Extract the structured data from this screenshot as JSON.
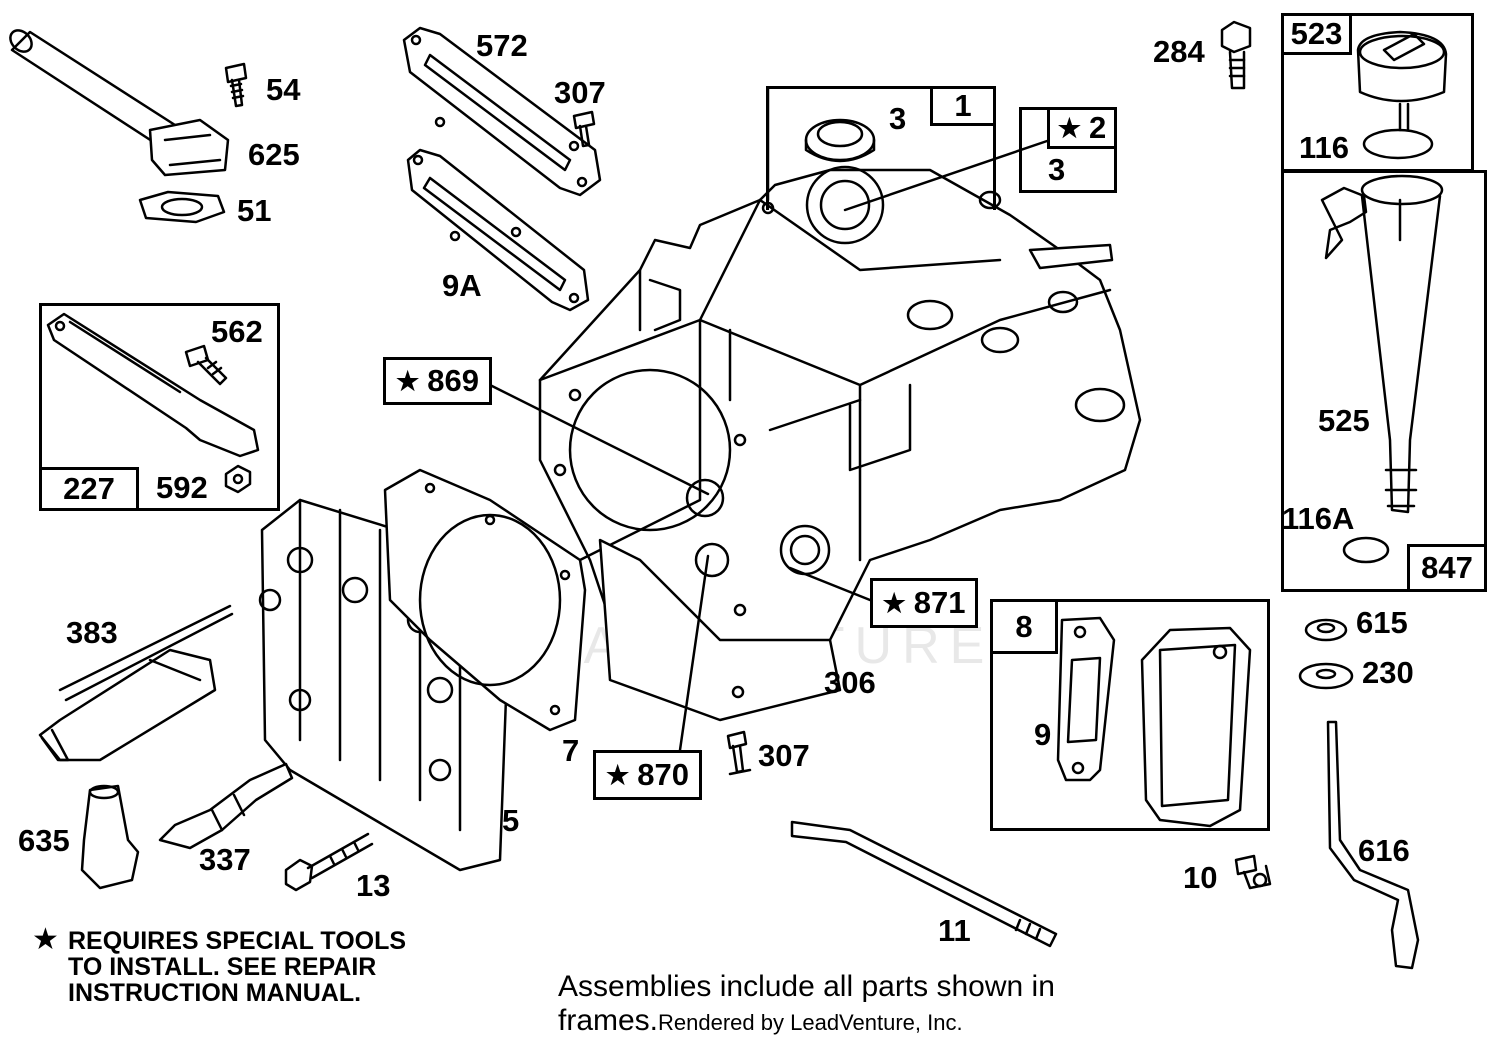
{
  "callouts": {
    "c54": "54",
    "c625": "625",
    "c51": "51",
    "c572": "572",
    "c307a": "307",
    "c9a": "9A",
    "c3a": "3",
    "c3b": "3",
    "c284": "284",
    "c116": "116",
    "c525": "525",
    "c116a": "116A",
    "c562": "562",
    "c592": "592",
    "c383": "383",
    "c635": "635",
    "c337": "337",
    "c13": "13",
    "c5": "5",
    "c7": "7",
    "c306": "306",
    "c307b": "307",
    "c9": "9",
    "c615": "615",
    "c230": "230",
    "c616": "616",
    "c10": "10",
    "c11": "11"
  },
  "boxed": {
    "b1": "1",
    "b2": "2",
    "b523": "523",
    "b847": "847",
    "b227": "227",
    "b8": "8",
    "b869": "869",
    "b870": "870",
    "b871": "871"
  },
  "star_symbol": "★",
  "note": {
    "line1": "REQUIRES SPECIAL TOOLS",
    "line2": "TO INSTALL.  SEE REPAIR",
    "line3": "INSTRUCTION MANUAL."
  },
  "footer": {
    "line1": "Assemblies include all parts shown in",
    "line2": "frames.",
    "credit": "Rendered by LeadVenture, Inc."
  },
  "watermark": "LEADVENTURE"
}
